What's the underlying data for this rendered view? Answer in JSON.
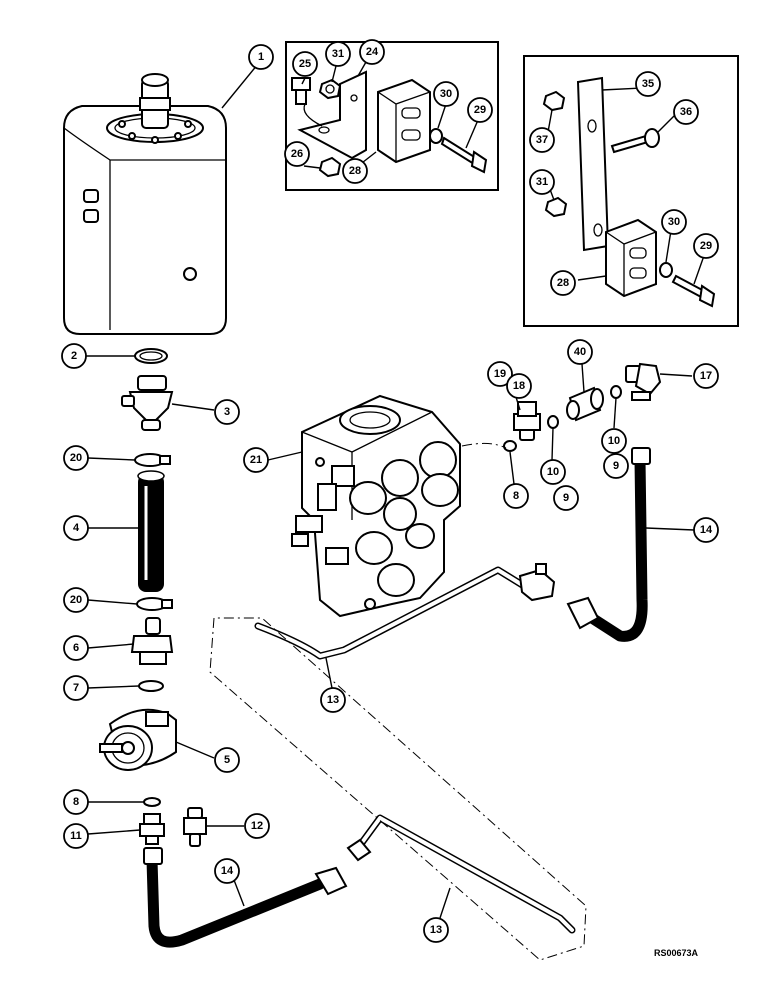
{
  "figure": {
    "reference_code": "RS00673A"
  },
  "callouts": [
    {
      "id": "c1",
      "label": "1"
    },
    {
      "id": "c25",
      "label": "25"
    },
    {
      "id": "c31a",
      "label": "31"
    },
    {
      "id": "c24",
      "label": "24"
    },
    {
      "id": "c30a",
      "label": "30"
    },
    {
      "id": "c29a",
      "label": "29"
    },
    {
      "id": "c26",
      "label": "26"
    },
    {
      "id": "c28a",
      "label": "28"
    },
    {
      "id": "c35",
      "label": "35"
    },
    {
      "id": "c37",
      "label": "37"
    },
    {
      "id": "c36",
      "label": "36"
    },
    {
      "id": "c31b",
      "label": "31"
    },
    {
      "id": "c30b",
      "label": "30"
    },
    {
      "id": "c29b",
      "label": "29"
    },
    {
      "id": "c28b",
      "label": "28"
    },
    {
      "id": "c2",
      "label": "2"
    },
    {
      "id": "c3",
      "label": "3"
    },
    {
      "id": "c20a",
      "label": "20"
    },
    {
      "id": "c4",
      "label": "4"
    },
    {
      "id": "c20b",
      "label": "20"
    },
    {
      "id": "c6",
      "label": "6"
    },
    {
      "id": "c7",
      "label": "7"
    },
    {
      "id": "c5",
      "label": "5"
    },
    {
      "id": "c8a",
      "label": "8"
    },
    {
      "id": "c11",
      "label": "11"
    },
    {
      "id": "c12",
      "label": "12"
    },
    {
      "id": "c14a",
      "label": "14"
    },
    {
      "id": "c13a",
      "label": "13"
    },
    {
      "id": "c21",
      "label": "21"
    },
    {
      "id": "c19",
      "label": "19"
    },
    {
      "id": "c18",
      "label": "18"
    },
    {
      "id": "c40",
      "label": "40"
    },
    {
      "id": "c17",
      "label": "17"
    },
    {
      "id": "c8b",
      "label": "8"
    },
    {
      "id": "c10a",
      "label": "10"
    },
    {
      "id": "c9a",
      "label": "9"
    },
    {
      "id": "c10b",
      "label": "10"
    },
    {
      "id": "c9b",
      "label": "9"
    },
    {
      "id": "c14b",
      "label": "14"
    },
    {
      "id": "c13b",
      "label": "13"
    }
  ]
}
